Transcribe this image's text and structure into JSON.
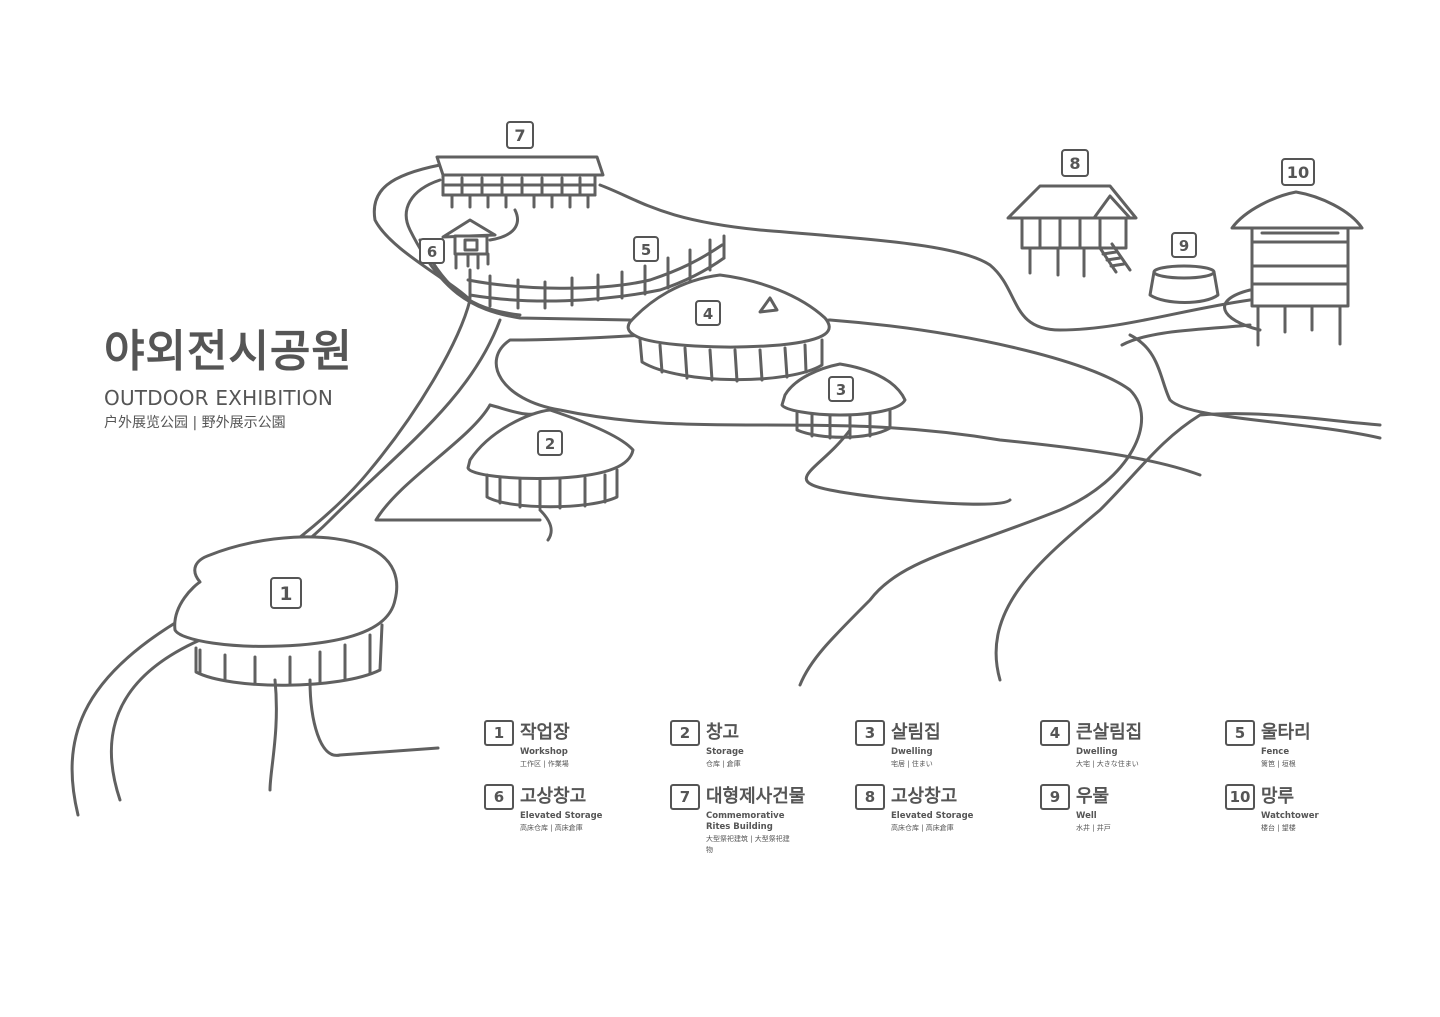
{
  "title": {
    "korean": "야외전시공원",
    "english": "OUTDOOR EXHIBITION",
    "chinese_japanese": "户外展览公园 | 野外展示公園"
  },
  "markers": [
    "1",
    "2",
    "3",
    "4",
    "5",
    "6",
    "7",
    "8",
    "9",
    "10"
  ],
  "legend": [
    {
      "num": "1",
      "ko": "작업장",
      "en": "Workshop",
      "cn": "工作区 | 作業場"
    },
    {
      "num": "2",
      "ko": "창고",
      "en": "Storage",
      "cn": "仓库 | 倉庫"
    },
    {
      "num": "3",
      "ko": "살림집",
      "en": "Dwelling",
      "cn": "宅居 | 住まい"
    },
    {
      "num": "4",
      "ko": "큰살림집",
      "en": "Dwelling",
      "cn": "大宅 | 大きな住まい"
    },
    {
      "num": "5",
      "ko": "울타리",
      "en": "Fence",
      "cn": "篱笆 | 垣根"
    },
    {
      "num": "6",
      "ko": "고상창고",
      "en": "Elevated Storage",
      "cn": "高床仓库 | 高床倉庫"
    },
    {
      "num": "7",
      "ko": "대형제사건물",
      "en": "Commemorative Rites Building",
      "cn": "大型祭祀建筑 | 大型祭祀建物"
    },
    {
      "num": "8",
      "ko": "고상창고",
      "en": "Elevated Storage",
      "cn": "高床仓库 | 高床倉庫"
    },
    {
      "num": "9",
      "ko": "우물",
      "en": "Well",
      "cn": "水井 | 井戸"
    },
    {
      "num": "10",
      "ko": "망루",
      "en": "Watchtower",
      "cn": "楼台 | 望楼"
    }
  ],
  "colors": {
    "line": "#606060",
    "text": "#555555",
    "background": "#ffffff"
  }
}
